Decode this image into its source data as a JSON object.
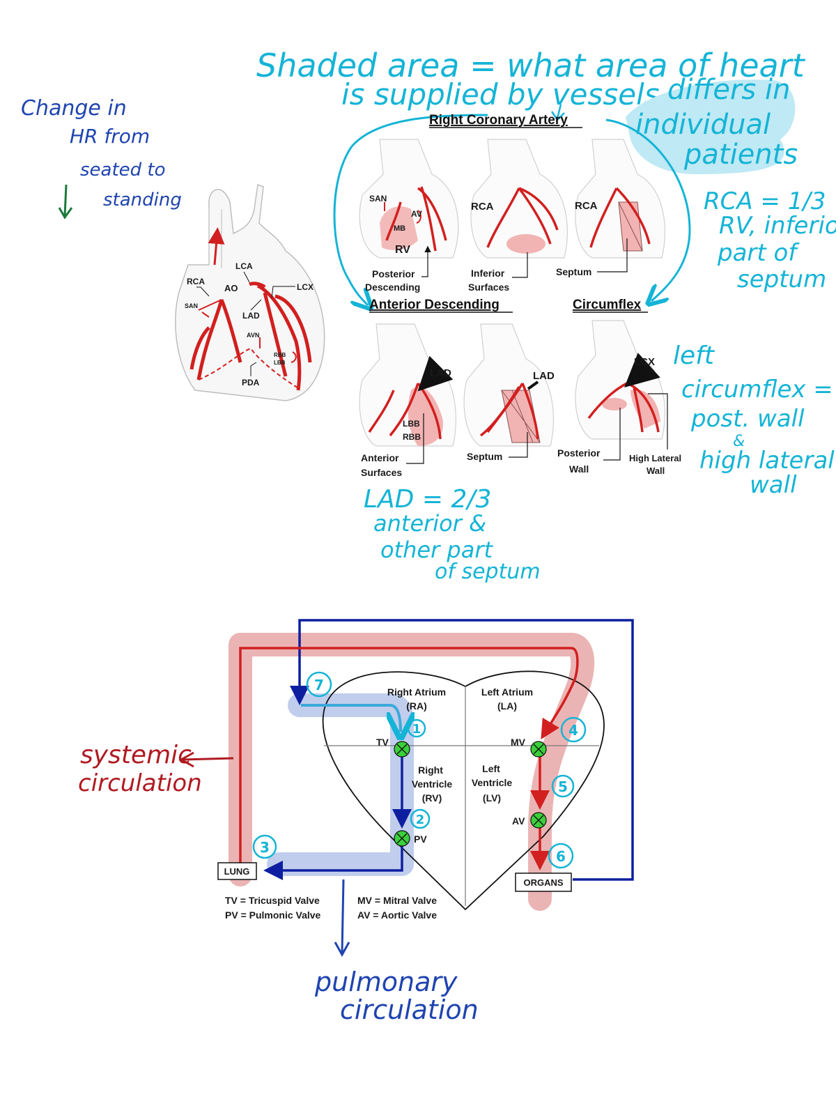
{
  "notes": {
    "left_top": [
      "Change in",
      "HR from",
      "seated to",
      "standing"
    ],
    "header_line1": "Shaded area = what area of heart",
    "header_line2": "is supplied   by vessels,",
    "header_highlight": "differs in",
    "header_highlight2": "individual",
    "header_highlight3": "patients",
    "rca_note": [
      "RCA = 1/3",
      "RV, inferior,",
      "part of",
      "septum"
    ],
    "lcx_note": [
      "left",
      "circumflex =",
      "post. wall",
      "&",
      "high lateral",
      "wall"
    ],
    "lad_note": [
      "LAD = 2/3",
      "anterior &",
      "other part",
      "of septum"
    ],
    "systemic": [
      "systemic",
      "circulation"
    ],
    "pulmonary": [
      "pulmonary",
      "circulation"
    ]
  },
  "heart_diagram": {
    "labels": {
      "rca": "RCA",
      "lca": "LCA",
      "ao": "AO",
      "lcx": "LCX",
      "san": "SAN",
      "lad": "LAD",
      "avn": "AVN",
      "rbb": "RBB",
      "lbb": "LBB",
      "pda": "PDA"
    }
  },
  "coronary_panels": {
    "rca_title": "Right Coronary Artery",
    "lad_title": "Anterior Descending",
    "lcx_title": "Circumflex",
    "rca_p1": {
      "san": "SAN",
      "av": "AV",
      "mb": "MB",
      "rv": "RV",
      "caption1": "Posterior",
      "caption2": "Descending"
    },
    "rca_p2": {
      "rca": "RCA",
      "caption1": "Inferior",
      "caption2": "Surfaces"
    },
    "rca_p3": {
      "rca": "RCA",
      "caption1": "Septum"
    },
    "lad_p1": {
      "lad": "LAD",
      "lbb": "LBB",
      "rbb": "RBB",
      "caption1": "Anterior",
      "caption2": "Surfaces"
    },
    "lad_p2": {
      "lad": "LAD",
      "caption1": "Septum"
    },
    "lcx_p1": {
      "lcx": "LCX",
      "caption1": "Posterior",
      "caption2": "Wall",
      "caption3": "High Lateral",
      "caption4": "Wall"
    }
  },
  "circulation": {
    "ra": "Right Atrium",
    "ra_abbr": "(RA)",
    "la": "Left Atrium",
    "la_abbr": "(LA)",
    "rv1": "Right",
    "rv2": "Ventricle",
    "rv_abbr": "(RV)",
    "lv1": "Left",
    "lv2": "Ventricle",
    "lv_abbr": "(LV)",
    "tv": "TV",
    "pv": "PV",
    "mv": "MV",
    "av": "AV",
    "lung": "LUNG",
    "organs": "ORGANS",
    "legend_tv": "TV = Tricuspid Valve",
    "legend_pv": "PV = Pulmonic Valve",
    "legend_mv": "MV = Mitral Valve",
    "legend_av": "AV = Aortic Valve",
    "steps": [
      "1",
      "2",
      "3",
      "4",
      "5",
      "6",
      "7"
    ]
  },
  "colors": {
    "artery_red": "#d21f1f",
    "shade_pink": "#f2b3b3",
    "cyan_ink": "#14b4d6",
    "blue_ink": "#1f44b0",
    "navy_line": "#0d1fa0",
    "systemic_glow": "#e7a7a7",
    "pulmonary_glow": "#b9c8ea",
    "valve_green": "#3ccf3c"
  }
}
